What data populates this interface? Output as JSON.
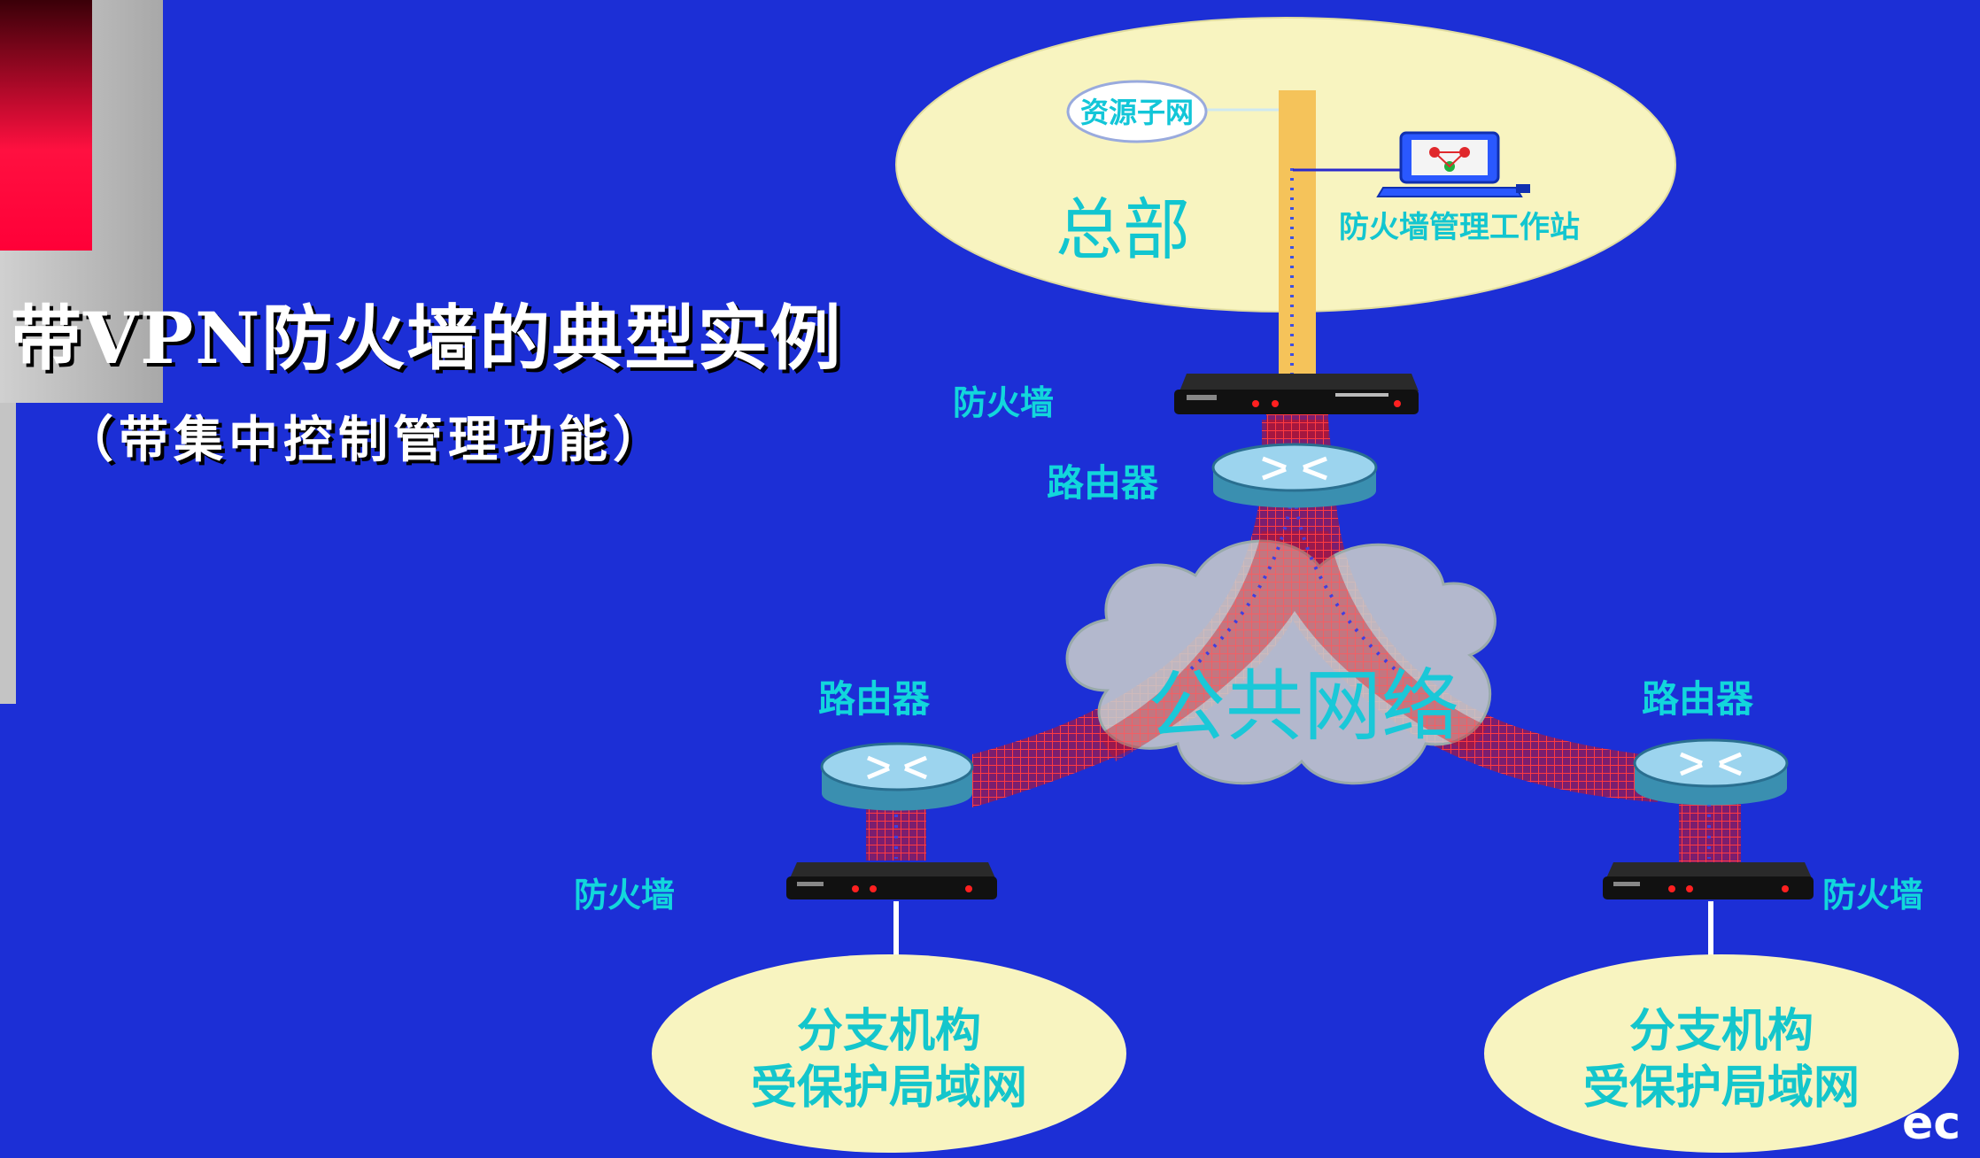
{
  "title": "带VPN防火墙的典型实例",
  "subtitle": "（带集中控制管理功能）",
  "headquarters": {
    "label": "总部",
    "resource_subnet": "资源子网",
    "mgmt_workstation": "防火墙管理工作站",
    "firewall": "防火墙",
    "router": "路由器"
  },
  "public_network": "公共网络",
  "branch_left": {
    "router": "路由器",
    "firewall": "防火墙",
    "line1": "分支机构",
    "line2": "受保护局域网"
  },
  "branch_right": {
    "router": "路由器",
    "firewall": "防火墙",
    "line1": "分支机构",
    "line2": "受保护局域网"
  },
  "corner_text": "ec",
  "colors": {
    "background": "#1c2fd6",
    "label_cyan": "#12d6dc",
    "ellipse_fill": "#f8f4c0",
    "tunnel_red": "#d4141e",
    "cloud_gray": "#c8cccc"
  }
}
